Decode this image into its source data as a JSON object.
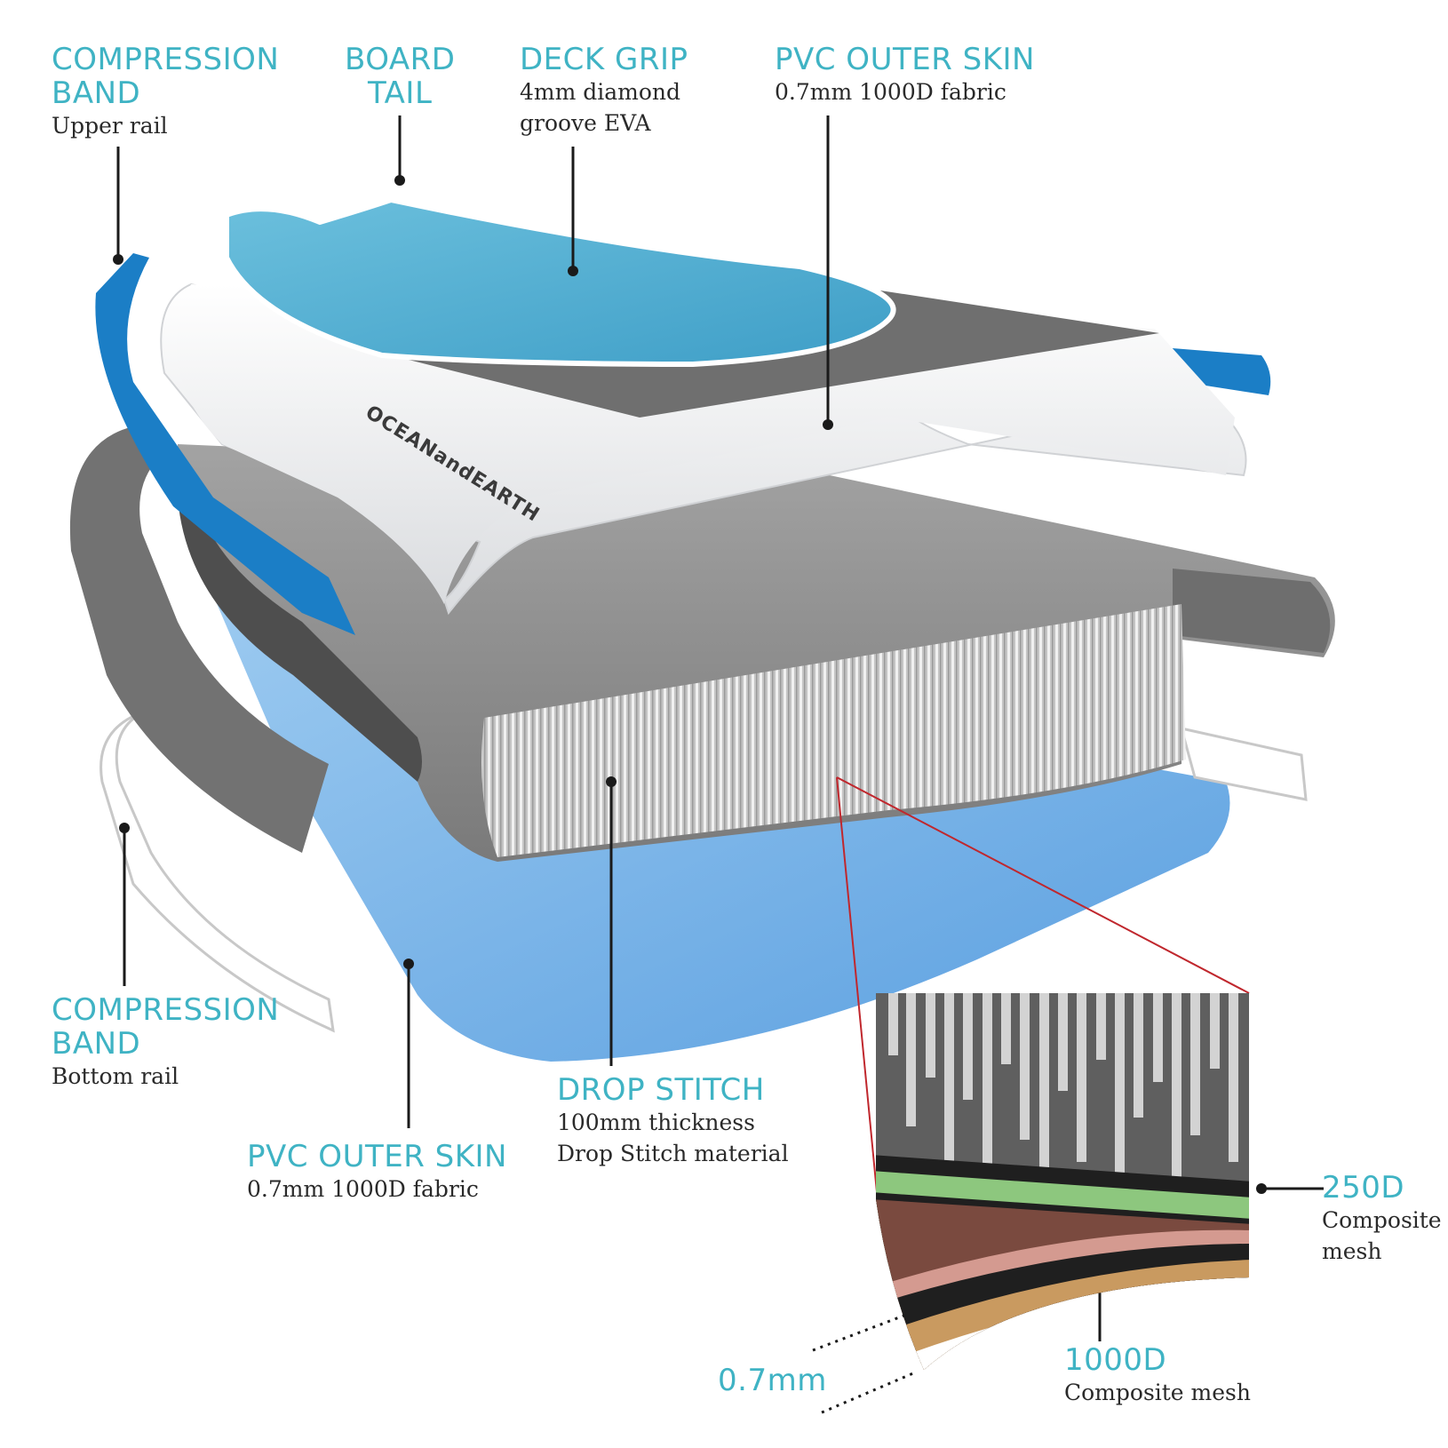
{
  "labels": {
    "compression_upper": {
      "title1": "COMPRESSION",
      "title2": "BAND",
      "sub": "Upper rail"
    },
    "board_tail": {
      "title1": "BOARD",
      "title2": "TAIL"
    },
    "deck_grip": {
      "title": "DECK GRIP",
      "sub1": "4mm diamond",
      "sub2": "groove EVA"
    },
    "pvc_top": {
      "title": "PVC OUTER SKIN",
      "sub": "0.7mm 1000D fabric"
    },
    "compression_bottom": {
      "title1": "COMPRESSION",
      "title2": "BAND",
      "sub": "Bottom rail"
    },
    "pvc_bottom": {
      "title": "PVC OUTER SKIN",
      "sub": "0.7mm 1000D fabric"
    },
    "drop_stitch": {
      "title": "DROP STITCH",
      "sub1": "100mm thickness",
      "sub2": "Drop Stitch material"
    },
    "mesh_250": {
      "title": "250D",
      "sub1": "Composite",
      "sub2": "mesh"
    },
    "mesh_1000": {
      "title": "1000D",
      "sub": "Composite mesh"
    },
    "thickness": {
      "title": "0.7mm"
    }
  },
  "logo_text": "OCEANandEARTH",
  "colors": {
    "accent": "#3fb3c4",
    "deck_blue": "#5bb4d3",
    "rail_blue": "#1b7ec6",
    "bottom_blue": "#8ec0ea",
    "grey_dark": "#6b6b6b",
    "grey_mid": "#8c8c8c",
    "skin_white": "#f1f2f3",
    "mesh_green": "#8dc77e",
    "mesh_brown": "#7a4a3f",
    "mesh_pink": "#d49a90",
    "mesh_tan": "#c99a60",
    "callout_red": "#c0272d"
  }
}
